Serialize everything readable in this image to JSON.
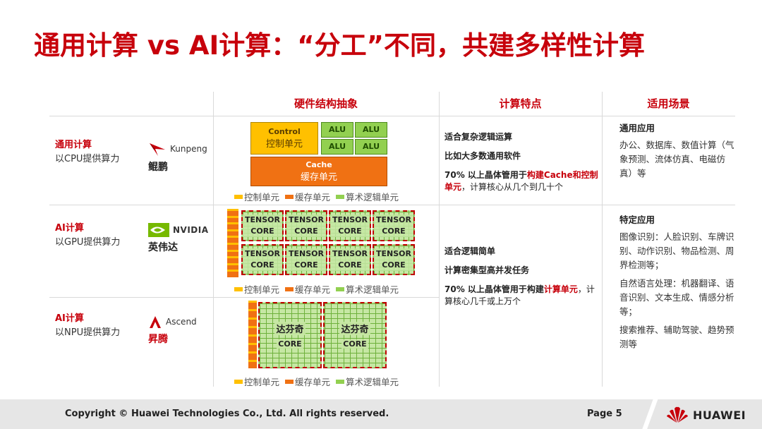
{
  "title": "通用计算 vs AI计算：“分工”不同，共建多样性计算",
  "headers": {
    "hardware": "硬件结构抽象",
    "features": "计算特点",
    "scenarios": "适用场景"
  },
  "rows": [
    {
      "category": "通用计算",
      "provider": "以CPU提供算力",
      "brand_en": "Kunpeng",
      "brand_cn": "鲲鹏"
    },
    {
      "category": "AI计算",
      "provider": "以GPU提供算力",
      "brand_en": "NVIDIA",
      "brand_cn": "英伟达"
    },
    {
      "category": "AI计算",
      "provider": "以NPU提供算力",
      "brand_en": "Ascend",
      "brand_cn": "昇腾"
    }
  ],
  "cpu_diagram": {
    "control_en": "Control",
    "control_cn": "控制单元",
    "alu": "ALU",
    "cache_en": "Cache",
    "cache_cn": "缓存单元"
  },
  "gpu_diagram": {
    "line1": "TENSOR",
    "line2": "CORE"
  },
  "npu_diagram": {
    "line1": "达芬奇",
    "line2": "CORE"
  },
  "legend": {
    "control": "控制单元",
    "cache": "缓存单元",
    "alu": "算术逻辑单元"
  },
  "colors": {
    "brand_red": "#c7000b",
    "control": "#ffc000",
    "cache": "#f07113",
    "alu": "#92d050"
  },
  "features": {
    "general": {
      "line1": "适合复杂逻辑运算",
      "line2": "比如大多数通用软件",
      "line3_a": "70% 以上晶体管用于",
      "line3_b": "构建Cache和控制单元",
      "line3_c": "，计算核心从几个到几十个"
    },
    "ai": {
      "line1": "适合逻辑简单",
      "line2": "计算密集型高并发任务",
      "line3_a": "70% 以上晶体管用于构建",
      "line3_b": "计算单元",
      "line3_c": "，计算核心几千或上万个"
    }
  },
  "scenarios": {
    "general": {
      "title": "通用应用",
      "text": "办公、数据库、数值计算（气象预测、流体仿真、电磁仿真）等"
    },
    "ai": {
      "title": "特定应用",
      "text1": "图像识别：人脸识别、车牌识别、动作识别、物品检测、周界检测等；",
      "text2": "自然语言处理：机器翻译、语音识别、文本生成、情感分析等；",
      "text3": "搜索推荐、辅助驾驶、趋势预测等"
    }
  },
  "footer": {
    "copyright": "Copyright © Huawei Technologies Co., Ltd. All rights reserved.",
    "page": "Page 5",
    "logo": "HUAWEI"
  }
}
